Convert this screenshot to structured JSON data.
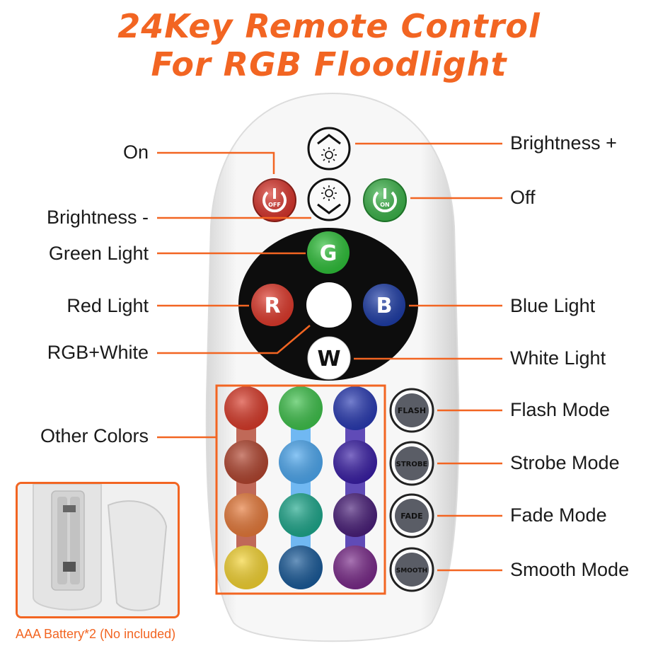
{
  "header": {
    "title_line1": "24Key Remote Control",
    "title_line2": "For RGB Floodlight"
  },
  "labels": {
    "on": "On",
    "brightness_minus": "Brightness -",
    "green_light": "Green Light",
    "red_light": "Red Light",
    "rgb_white": "RGB+White",
    "other_colors": "Other Colors",
    "brightness_plus": "Brightness +",
    "off": "Off",
    "blue_light": "Blue Light",
    "white_light": "White Light",
    "flash_mode": "Flash Mode",
    "strobe_mode": "Strobe Mode",
    "fade_mode": "Fade Mode",
    "smooth_mode": "Smooth Mode"
  },
  "buttons": {
    "power_off_text": "OFF",
    "power_on_text": "ON",
    "green": "G",
    "red": "R",
    "blue": "B",
    "white": "W",
    "flash": "FLASH",
    "strobe": "STROBE",
    "fade": "FADE",
    "smooth": "SMOOTH"
  },
  "colors": {
    "accent": "#f26522",
    "remote_body": "#f4f4f4",
    "off_button": "#d9342b",
    "on_button": "#3cb44a",
    "green_button": "#2fc13a",
    "red_button": "#e03a2c",
    "blue_button": "#1f3ea8",
    "palette": [
      [
        "#d93b2a",
        "#3fc24c",
        "#2a3bb3"
      ],
      [
        "#b2452f",
        "#4da8f0",
        "#3a1fa6"
      ],
      [
        "#e77a3a",
        "#1ea88c",
        "#4a1f7a"
      ],
      [
        "#f5d432",
        "#1a5b9a",
        "#7a2a8a"
      ]
    ]
  },
  "battery": {
    "caption": "AAA Battery*2 (No included)"
  }
}
